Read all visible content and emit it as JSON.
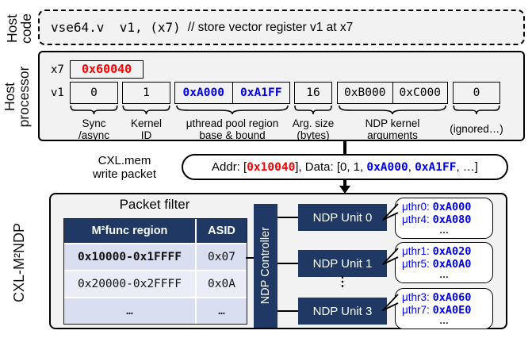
{
  "colors": {
    "panel_bg": "#f2f2f2",
    "navy": "#1f3864",
    "accent_blue": "#0000f0",
    "accent_red": "#ff0000",
    "table_row_a": "#d9def0",
    "table_row_b": "#eaecf8"
  },
  "labels": {
    "host_code": "Host\ncode",
    "host_processor": "Host\nprocessor",
    "cxl_ndp": "CXL-M²NDP"
  },
  "host_code": {
    "instruction": "vse64.v  v1, (x7)",
    "comment": "// store vector register v1 at x7"
  },
  "host_processor": {
    "x7": {
      "name": "x7",
      "value": "0x60040"
    },
    "v1": {
      "name": "v1",
      "groups": [
        {
          "cells": [
            "0"
          ],
          "label": "Sync\n/async"
        },
        {
          "cells": [
            "1"
          ],
          "label": "Kernel\nID"
        },
        {
          "cells": [
            "0xA000",
            "0xA1FF"
          ],
          "label": "μthread pool region\nbase & bound"
        },
        {
          "cells": [
            "16"
          ],
          "label": "Arg. size\n(bytes)"
        },
        {
          "cells": [
            "0xB000",
            "0xC000"
          ],
          "label": "NDP kernel\narguments"
        },
        {
          "cells": [
            "0"
          ],
          "label": "(ignored…)"
        }
      ]
    }
  },
  "packet": {
    "label": "CXL.mem\nwrite packet",
    "addr_prefix": "Addr: [",
    "addr": "0x10040",
    "mid": "], Data: [0, 1, ",
    "data1": "0xA000",
    "comma": ", ",
    "data2": "0xA1FF",
    "suffix": ", …]"
  },
  "filter": {
    "title": "Packet filter",
    "header": {
      "region": "M²func region",
      "asid": "ASID"
    },
    "rows": [
      {
        "region": "0x10000-0x1FFFF",
        "asid": "0x07"
      },
      {
        "region": "0x20000-0x2FFFF",
        "asid": "0x0A"
      },
      {
        "region": "…",
        "asid": "…"
      }
    ]
  },
  "controller": "NDP Controller",
  "units": [
    "NDP Unit 0",
    "NDP Unit 1",
    "NDP Unit 3"
  ],
  "units_ellipsis": "⋮",
  "bubbles": [
    {
      "l1": "μthr0:",
      "v1": "0xA000",
      "l2": "μthr4:",
      "v2": "0xA080",
      "dots": "…"
    },
    {
      "l1": "μthr1:",
      "v1": "0xA020",
      "l2": "μthr5:",
      "v2": "0xA0A0",
      "dots": "…"
    },
    {
      "l1": "μthr3:",
      "v1": "0xA060",
      "l2": "μthr7:",
      "v2": "0xA0E0",
      "dots": "…"
    }
  ]
}
